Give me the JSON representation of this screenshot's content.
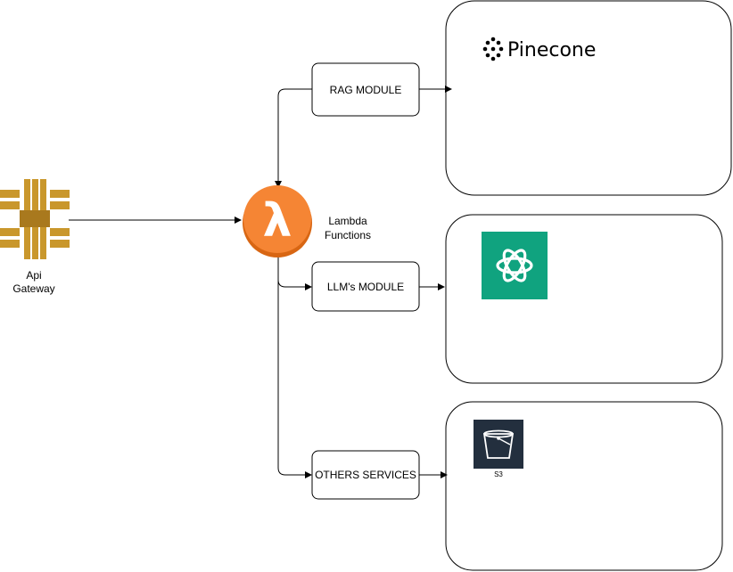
{
  "api_gateway": {
    "label_line1": "Api",
    "label_line2": "Gateway"
  },
  "lambda": {
    "label_line1": "Lambda",
    "label_line2": "Functions",
    "color": "#F58534"
  },
  "modules": {
    "rag": "RAG MODULE",
    "llm": "LLM's MODULE",
    "others": "OTHERS SERVICES"
  },
  "services": {
    "pinecone": {
      "name": "Pinecone"
    },
    "openai": {
      "icon": "openai-icon",
      "color": "#10A37F"
    },
    "s3": {
      "label": "S3",
      "icon": "bucket-icon",
      "color": "#232F3E"
    }
  },
  "colors": {
    "api_gateway_gold": "#C9972C",
    "stroke": "#000000"
  }
}
